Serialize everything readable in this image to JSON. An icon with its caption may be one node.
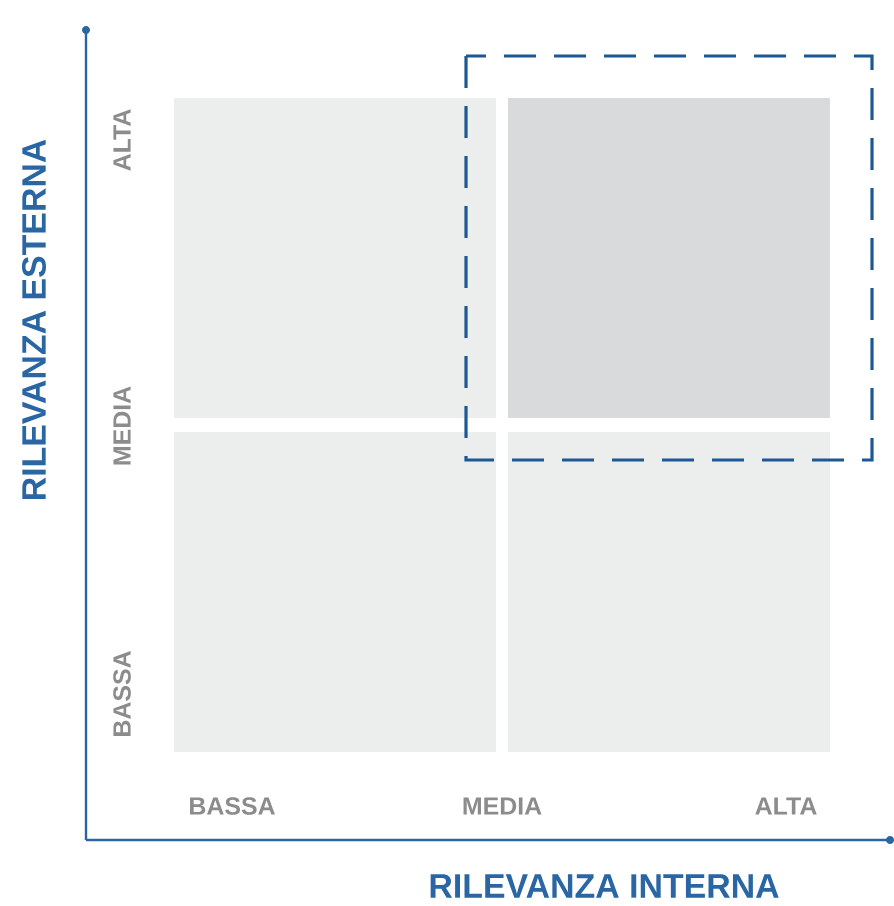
{
  "diagram": {
    "labels": [
      "RILEVANZA ESTERNA",
      "ALTA",
      "MEDIA",
      "BASSA",
      "BASSA",
      "MEDIA",
      "ALTA",
      "RILEVANZA INTERNA"
    ]
  }
}
